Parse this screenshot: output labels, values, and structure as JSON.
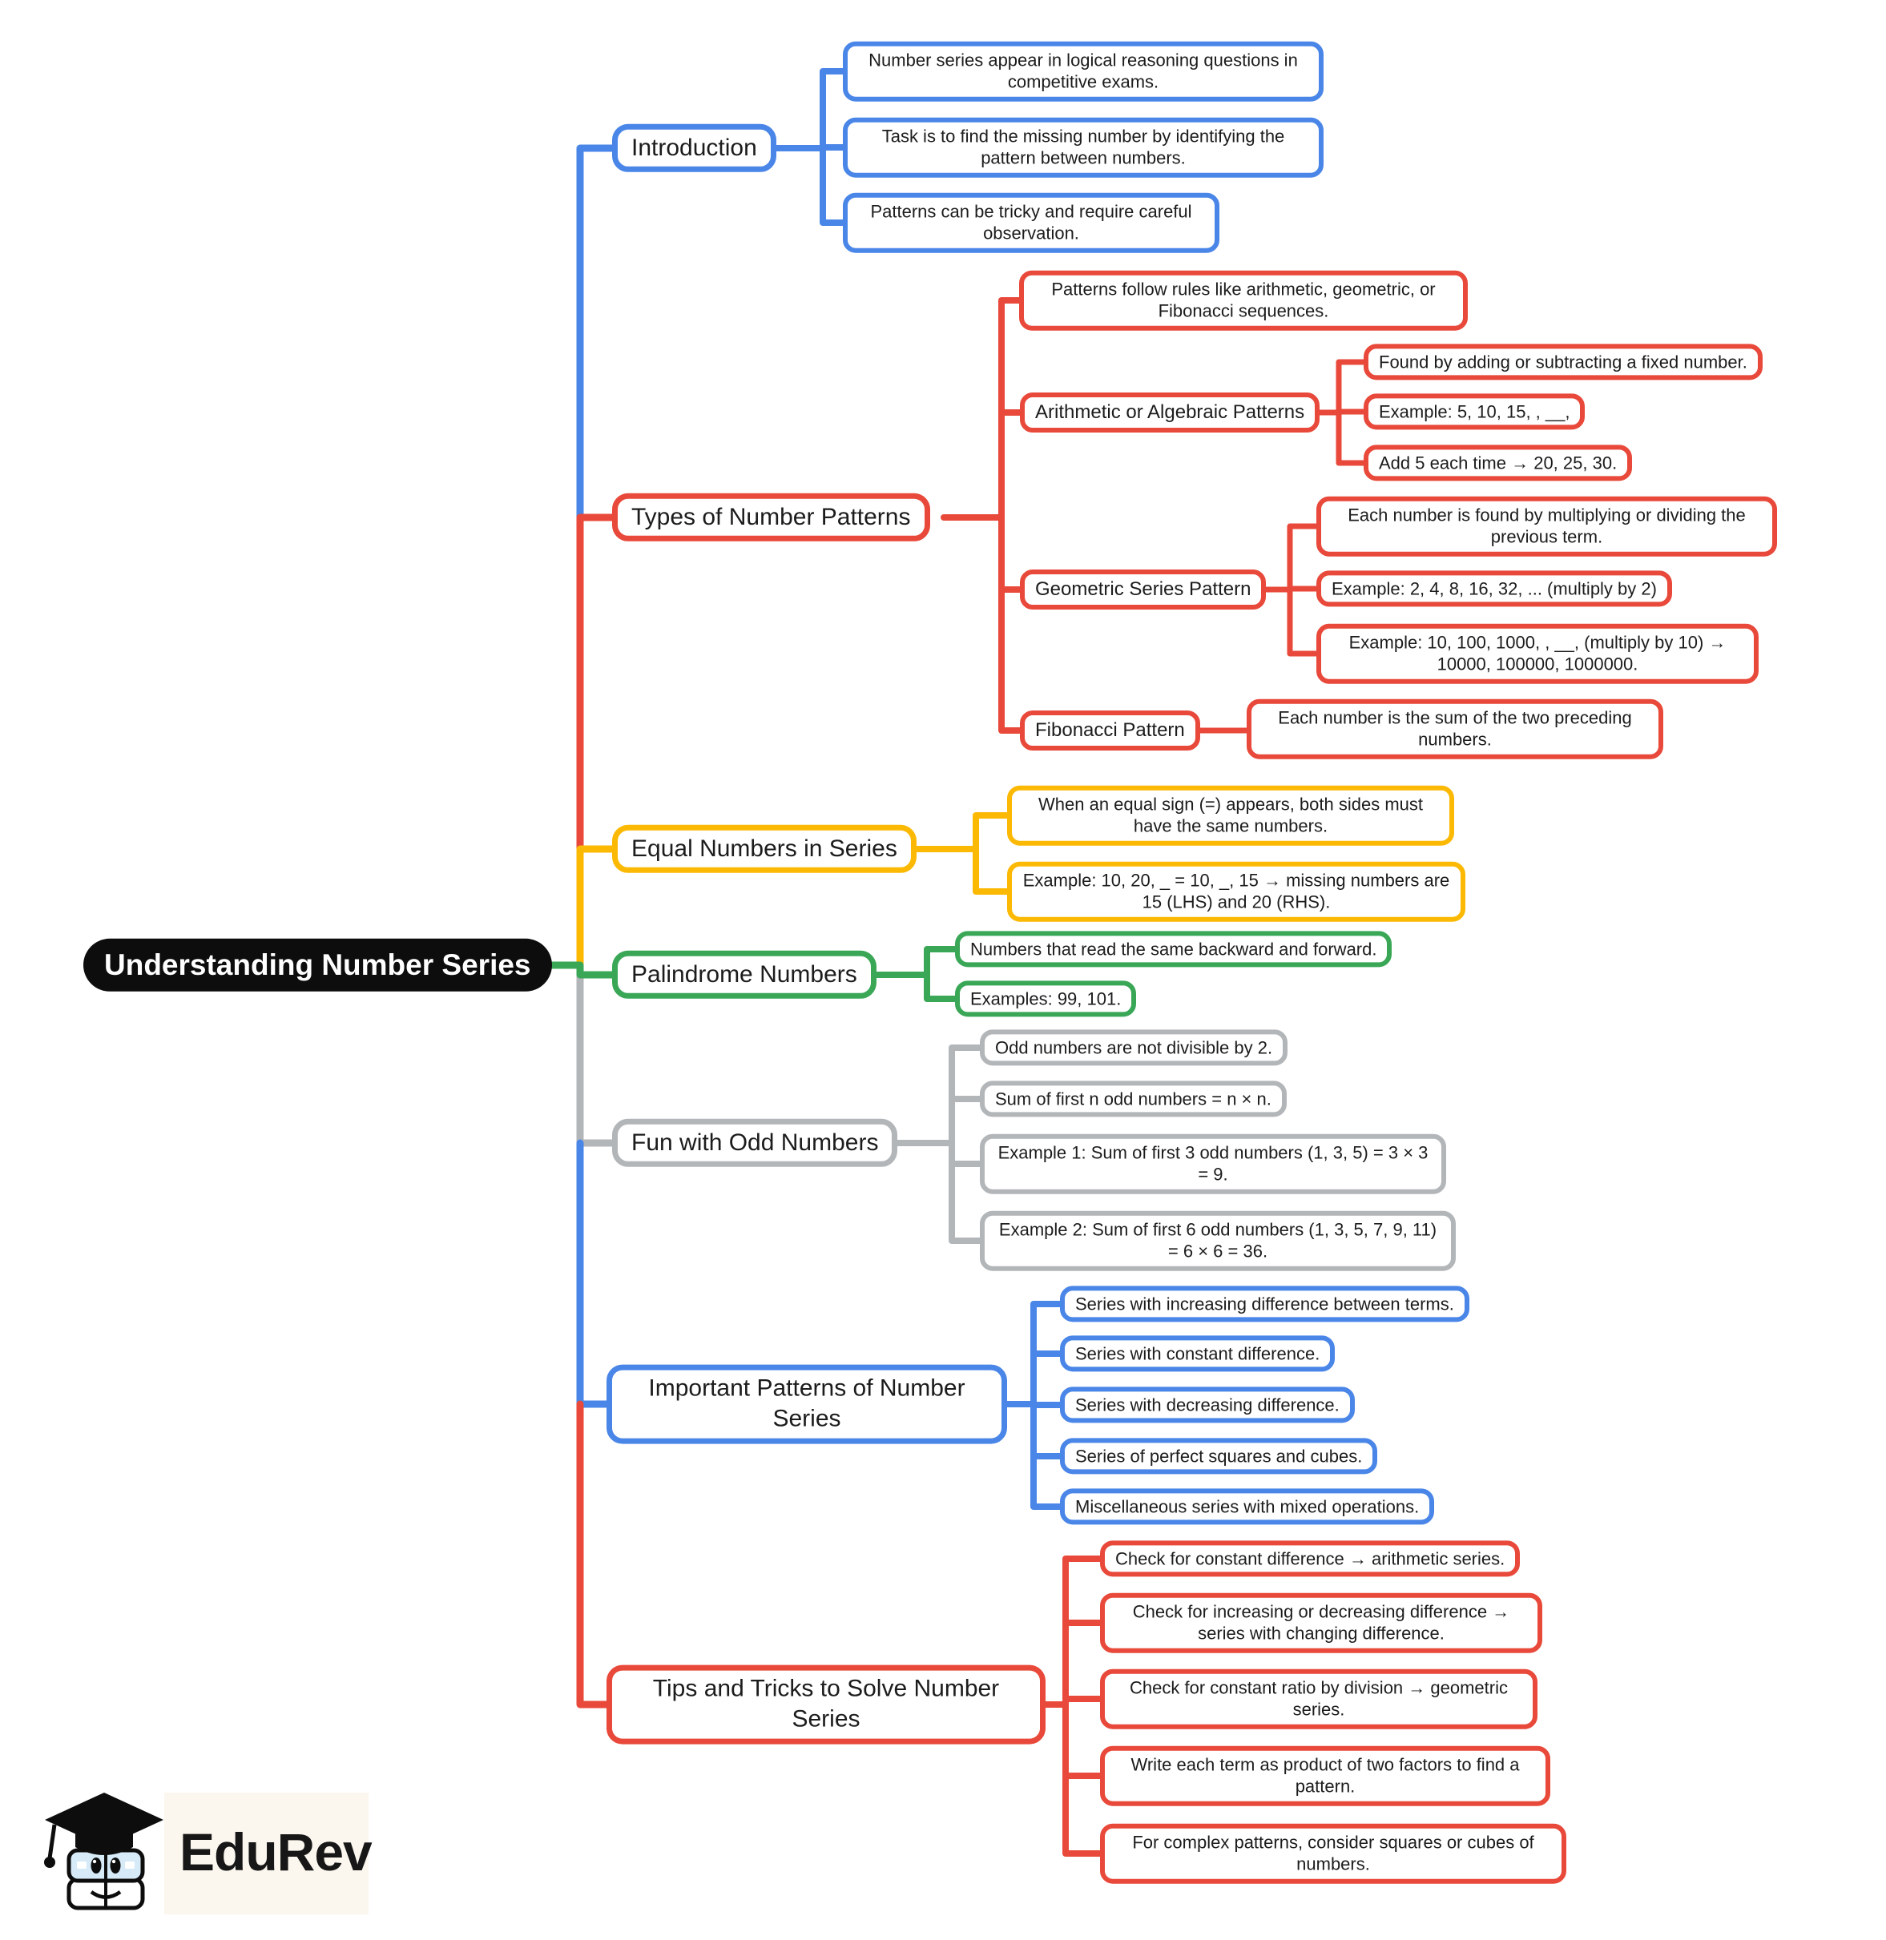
{
  "title": {
    "text": "Understanding Number Series"
  },
  "colors": {
    "blue": "#4a86e8",
    "red": "#e8493a",
    "yellow": "#fbb904",
    "green": "#3aa757",
    "gray": "#b3b6b9",
    "node_black": "#0d0d0d",
    "text": "#1c1c1c"
  },
  "logo": {
    "brand": "EduRev"
  },
  "branches": [
    {
      "label": "Introduction",
      "color": "blue",
      "children": [
        {
          "text": "Number series appear in logical reasoning questions in competitive exams."
        },
        {
          "text": "Task is to find the missing number by identifying the pattern between numbers."
        },
        {
          "text": "Patterns can be tricky and require careful observation."
        }
      ]
    },
    {
      "label": "Types of Number Patterns",
      "color": "red",
      "children": [
        {
          "text": "Patterns follow rules like arithmetic, geometric, or Fibonacci sequences."
        },
        {
          "label": "Arithmetic or Algebraic Patterns",
          "children": [
            {
              "text": "Found by adding or subtracting a fixed number."
            },
            {
              "text": "Example: 5, 10, 15, , __,"
            },
            {
              "text": "Add 5 each time → 20, 25, 30."
            }
          ]
        },
        {
          "label": "Geometric Series Pattern",
          "children": [
            {
              "text": "Each number is found by multiplying or dividing the previous term."
            },
            {
              "text": "Example: 2, 4, 8, 16, 32, ... (multiply by 2)"
            },
            {
              "text": "Example: 10, 100, 1000, , __, (multiply by 10) → 10000, 100000, 1000000."
            }
          ]
        },
        {
          "label": "Fibonacci Pattern",
          "children": [
            {
              "text": "Each number is the sum of the two preceding numbers."
            }
          ]
        }
      ]
    },
    {
      "label": "Equal Numbers in Series",
      "color": "yellow",
      "children": [
        {
          "text": "When an equal sign (=) appears, both sides must have the same numbers."
        },
        {
          "text": "Example: 10, 20, _ = 10, _, 15 → missing numbers are 15 (LHS) and 20 (RHS)."
        }
      ]
    },
    {
      "label": "Palindrome Numbers",
      "color": "green",
      "children": [
        {
          "text": "Numbers that read the same backward and forward."
        },
        {
          "text": "Examples: 99, 101."
        }
      ]
    },
    {
      "label": "Fun with Odd Numbers",
      "color": "gray",
      "children": [
        {
          "text": "Odd numbers are not divisible by 2."
        },
        {
          "text": "Sum of first n odd numbers = n × n."
        },
        {
          "text": "Example 1: Sum of first 3 odd numbers (1, 3, 5) = 3 × 3 = 9."
        },
        {
          "text": "Example 2: Sum of first 6 odd numbers (1, 3, 5, 7, 9, 11) = 6 × 6 = 36."
        }
      ]
    },
    {
      "label": "Important Patterns of Number Series",
      "color": "blue",
      "children": [
        {
          "text": "Series with increasing difference between terms."
        },
        {
          "text": "Series with constant difference."
        },
        {
          "text": "Series with decreasing difference."
        },
        {
          "text": "Series of perfect squares and cubes."
        },
        {
          "text": "Miscellaneous series with mixed operations."
        }
      ]
    },
    {
      "label": "Tips and Tricks to Solve Number Series",
      "color": "red",
      "children": [
        {
          "text": "Check for constant difference → arithmetic series."
        },
        {
          "text": "Check for increasing or decreasing difference → series with changing difference."
        },
        {
          "text": "Check for constant ratio by division → geometric series."
        },
        {
          "text": "Write each term as product of two factors to find a pattern."
        },
        {
          "text": "For complex patterns, consider squares or cubes of numbers."
        }
      ]
    }
  ]
}
